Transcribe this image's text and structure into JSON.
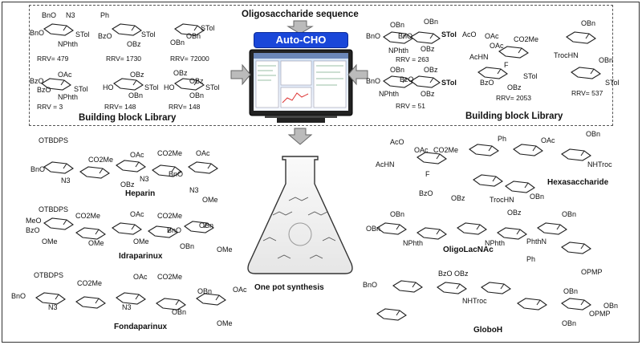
{
  "top_title": "Oligosaccharide sequence",
  "center_label": "Auto-CHO",
  "library_left": "Building block Library",
  "library_right": "Building block Library",
  "flask_caption": "One pot synthesis",
  "left_blocks": [
    {
      "rrv": "RRV= 479",
      "labels": [
        "BnO",
        "N3",
        "BnO",
        "STol",
        "NPhth"
      ]
    },
    {
      "rrv": "RRV= 1730",
      "labels": [
        "Ph",
        "BzO",
        "STol",
        "OBz"
      ]
    },
    {
      "rrv": "RRV= 72000",
      "labels": [
        "STol",
        "OBn",
        "OBn"
      ]
    },
    {
      "rrv": "RRV = 3",
      "labels": [
        "OAc",
        "BzO",
        "BzO",
        "STol",
        "NPhth"
      ]
    },
    {
      "rrv": "RRV= 148",
      "labels": [
        "OBz",
        "HO",
        "STol",
        "OBn"
      ]
    },
    {
      "rrv": "RRV= 148",
      "labels": [
        "OBz",
        "OBz",
        "HO",
        "STol",
        "OBn"
      ]
    }
  ],
  "right_blocks": [
    {
      "rrv": "RRV = 263",
      "labels": [
        "OBn",
        "OBn",
        "BnO",
        "BnO",
        "STol",
        "NPhth",
        "OBz"
      ]
    },
    {
      "rrv": "RRV = 51",
      "labels": [
        "OBn",
        "OBz",
        "BnO",
        "BzO",
        "STol",
        "NPhth",
        "OBz"
      ]
    },
    {
      "rrv": "RRV= 2053",
      "labels": [
        "AcO",
        "OAc",
        "OAc",
        "CO2Me",
        "AcHN",
        "F",
        "BzO",
        "STol",
        "OBz"
      ]
    },
    {
      "rrv": "RRV= 537",
      "labels": [
        "OBn",
        "TrocHN",
        "OBn",
        "STol"
      ]
    }
  ],
  "compounds": [
    {
      "name": "Heparin",
      "labels": [
        "OTBDPS",
        "BnO",
        "N3",
        "CO2Me",
        "OAc",
        "CO2Me",
        "OAc",
        "OBz",
        "N3",
        "OMe",
        "BnO",
        "N3"
      ]
    },
    {
      "name": "Idraparinux",
      "labels": [
        "OTBDPS",
        "MeO",
        "CO2Me",
        "OAc",
        "CO2Me",
        "OBn",
        "OMe",
        "OMe",
        "OMe",
        "BnO",
        "BzO",
        "OBn",
        "OMe"
      ]
    },
    {
      "name": "Fondaparinux",
      "labels": [
        "OTBDPS",
        "BnO",
        "N3",
        "CO2Me",
        "OAc",
        "CO2Me",
        "OBn",
        "OAc",
        "N3",
        "OBn",
        "OMe"
      ]
    },
    {
      "name": "Hexasaccharide",
      "labels": [
        "AcO",
        "OAc",
        "CO2Me",
        "AcHN",
        "F",
        "BzO",
        "OBz",
        "Ph",
        "OAc",
        "OBn",
        "NHTroc",
        "TrocHN",
        "OBn"
      ]
    },
    {
      "name": "OligoLacNAc",
      "labels": [
        "OBn",
        "OBz",
        "OBn",
        "OBn",
        "NPhth",
        "NPhth",
        "PhthN",
        "OPMP",
        "Ph"
      ]
    },
    {
      "name": "GloboH",
      "labels": [
        "BnO",
        "BzO",
        "OBz",
        "NHTroc",
        "OBn",
        "OBn",
        "OPMP",
        "OBn"
      ]
    }
  ]
}
